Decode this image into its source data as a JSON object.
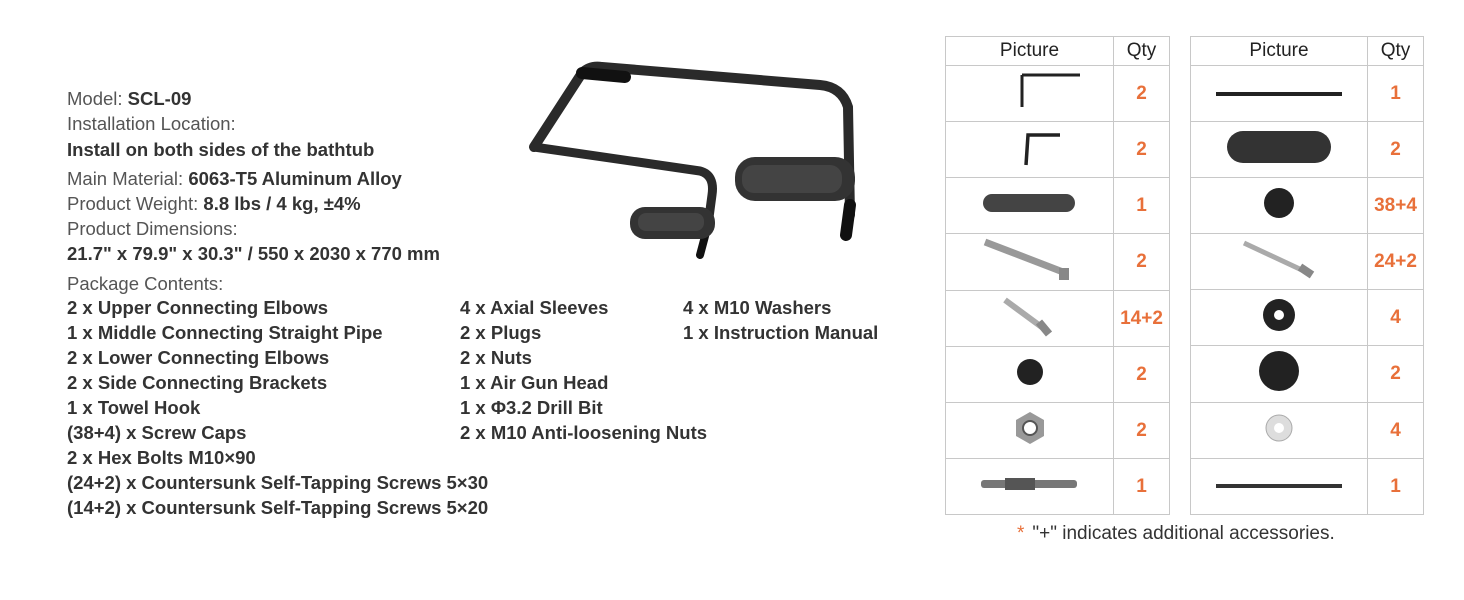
{
  "specs": {
    "model_label": "Model:",
    "model_value": "SCL-09",
    "location_label": "Installation Location:",
    "location_value": "Install on both sides of the bathtub",
    "material_label": "Main Material:",
    "material_value": "6063-T5 Aluminum Alloy",
    "weight_label": "Product Weight:",
    "weight_value": "8.8 lbs / 4 kg, ±4%",
    "dimensions_label": "Product Dimensions:",
    "dimensions_value": "21.7\" x 79.9\" x 30.3\" / 550 x 2030 x 770 mm",
    "package_label": "Package Contents:"
  },
  "package": {
    "col1": [
      "2 x Upper Connecting Elbows",
      "1 x Middle Connecting Straight Pipe",
      "2 x Lower Connecting Elbows",
      "2 x Side Connecting Brackets",
      "1 x Towel Hook",
      "(38+4) x Screw Caps",
      "2 x Hex Bolts M10×90",
      "(24+2) x Countersunk Self-Tapping Screws 5×30",
      "(14+2) x Countersunk Self-Tapping Screws 5×20"
    ],
    "col2": [
      "4 x Axial Sleeves",
      "2 x Plugs",
      "2 x Nuts",
      "1 x Air Gun Head",
      "1 x Φ3.2 Drill Bit",
      "2 x M10 Anti-loosening Nuts"
    ],
    "col3": [
      "4 x M10 Washers",
      "1 x Instruction Manual"
    ]
  },
  "table": {
    "header_picture": "Picture",
    "header_qty": "Qty",
    "left": [
      {
        "icon": "allen-key-large-icon",
        "qty": "2"
      },
      {
        "icon": "allen-key-small-icon",
        "qty": "2"
      },
      {
        "icon": "towel-hook-icon",
        "qty": "1"
      },
      {
        "icon": "hex-bolt-icon",
        "qty": "2"
      },
      {
        "icon": "short-screw-icon",
        "qty": "14+2"
      },
      {
        "icon": "small-cap-icon",
        "qty": "2"
      },
      {
        "icon": "nut-icon",
        "qty": "2"
      },
      {
        "icon": "air-gun-head-icon",
        "qty": "1"
      }
    ],
    "right": [
      {
        "icon": "straight-rod-icon",
        "qty": "1"
      },
      {
        "icon": "side-bracket-icon",
        "qty": "2"
      },
      {
        "icon": "screw-cap-icon",
        "qty": "38+4"
      },
      {
        "icon": "long-screw-icon",
        "qty": "24+2"
      },
      {
        "icon": "axial-sleeve-icon",
        "qty": "4"
      },
      {
        "icon": "plug-icon",
        "qty": "2"
      },
      {
        "icon": "washer-icon",
        "qty": "4"
      },
      {
        "icon": "drill-bit-icon",
        "qty": "1"
      }
    ]
  },
  "note": {
    "star": "*",
    "text": "\"+\" indicates additional accessories."
  },
  "colors": {
    "accent": "#e8703a",
    "border": "#c8c8c8"
  }
}
